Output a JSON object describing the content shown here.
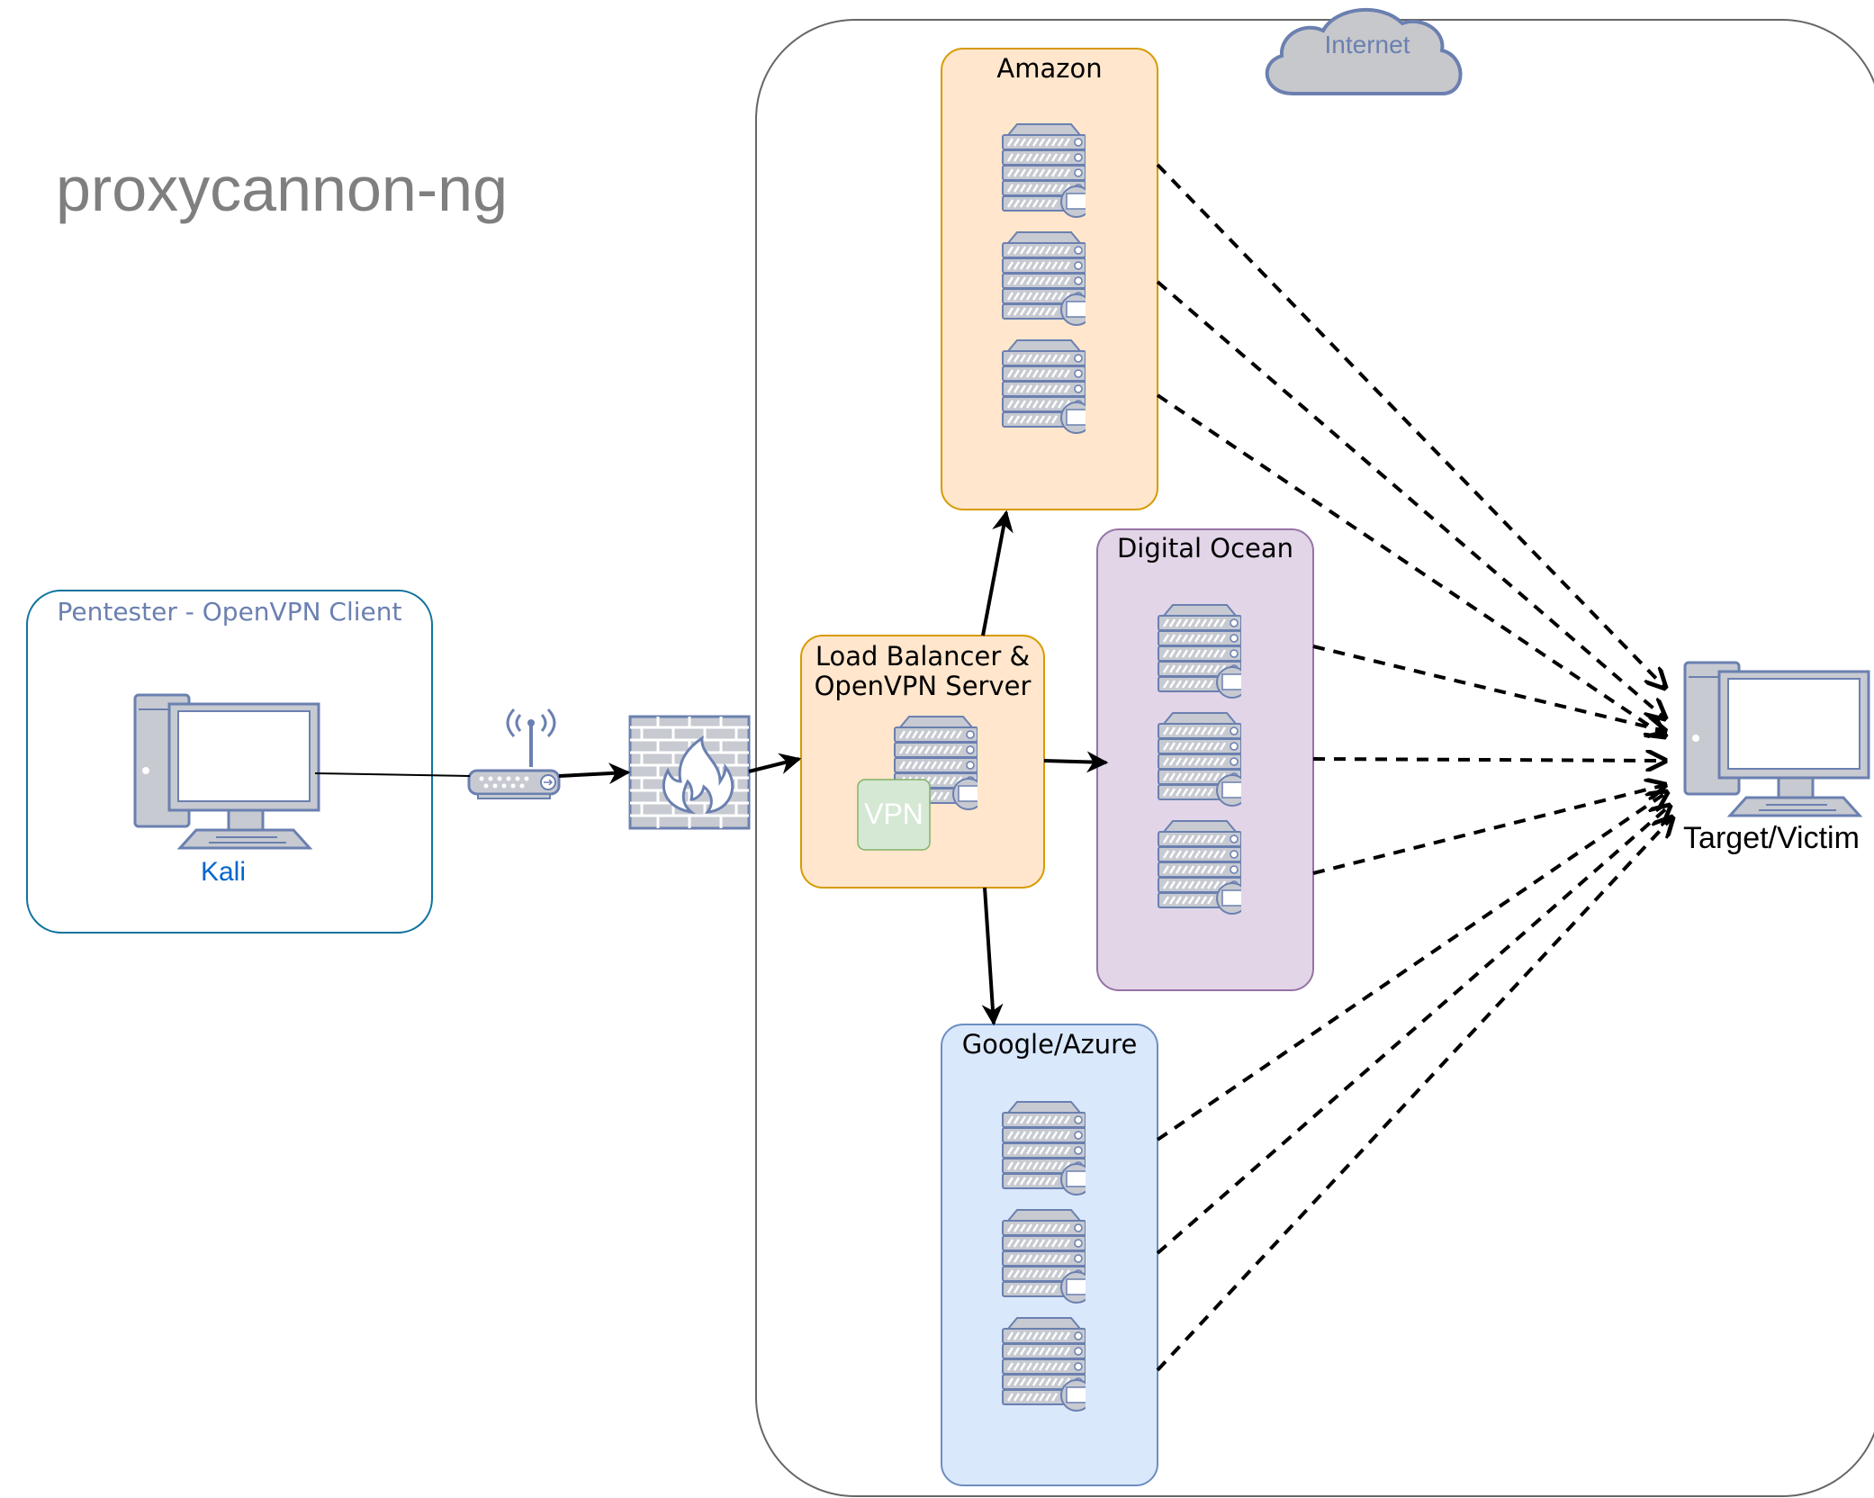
{
  "title": "proxycannon-ng",
  "internet": {
    "label": "Internet"
  },
  "client_group": {
    "label": "Pentester - OpenVPN Client",
    "computer_label": "Kali"
  },
  "load_balancer": {
    "line1": "Load Balancer &",
    "line2": "OpenVPN Server",
    "vpn_badge": "VPN"
  },
  "providers": [
    {
      "label": "Amazon",
      "server_count": 3,
      "fill": "#ffe6cc",
      "stroke": "#d79b00"
    },
    {
      "label": "Digital Ocean",
      "server_count": 3,
      "fill": "#e1d5e7",
      "stroke": "#9673a6"
    },
    {
      "label": "Google/Azure",
      "server_count": 3,
      "fill": "#dae8fc",
      "stroke": "#6c8ebf"
    }
  ],
  "target": {
    "label": "Target/Victim"
  },
  "colors": {
    "icon_fill": "#c7cad1",
    "icon_stroke": "#6b80b0",
    "title_gray": "#7f7f7f",
    "client_border": "#10739e",
    "client_label": "#6b80b0",
    "kali_label": "#0066cc",
    "vpn_fill": "#d5e8d4",
    "vpn_stroke": "#82b366",
    "lb_fill": "#ffe6cc",
    "lb_stroke": "#d79b00"
  }
}
